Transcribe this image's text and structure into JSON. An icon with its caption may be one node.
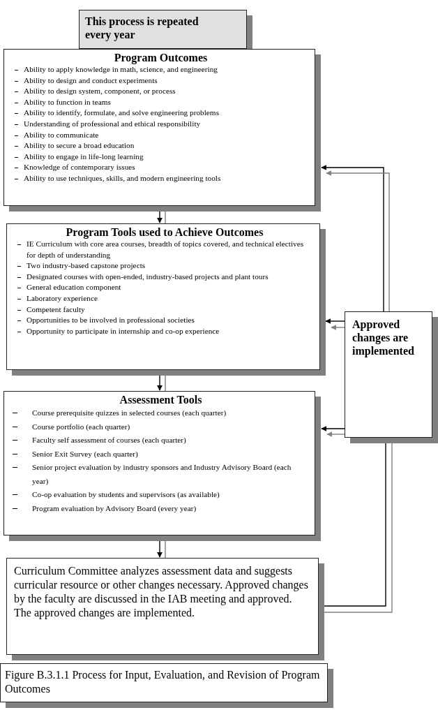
{
  "diagram": {
    "caption": "Figure B.3.1.1 Process for Input, Evaluation, and Revision of Program Outcomes",
    "nodes": [
      {
        "text": [
          "This process is repeated every year"
        ]
      },
      {
        "text": [
          "Program Outcomes",
          "Ability to apply knowledge in math, science, and engineering",
          "Ability to design and conduct experiments",
          "Ability to design system, component, or process",
          "Ability to function in teams",
          "Ability to identify, formulate, and solve engineering problems",
          "Understanding of professional and ethical responsibility",
          "Ability to communicate",
          "Ability to secure a broad education",
          "Ability to engage in life-long learning",
          "Knowledge of contemporary issues",
          "Ability to use techniques, skills, and modern engineering tools"
        ]
      },
      {
        "text": [
          "Program Tools used to Achieve Outcomes",
          "IE Curriculum with core area courses, breadth of topics covered, and technical electives for depth of understanding",
          "Two industry-based capstone projects",
          "Designated courses with open-ended, industry-based projects and plant tours",
          "General education component",
          "Laboratory experience",
          "Competent faculty",
          "Opportunities to be involved in professional societies",
          "Opportunity to participate in internship and co-op experience"
        ]
      },
      {
        "text": [
          "Assessment Tools",
          "Course prerequisite quizzes in selected courses (each quarter)",
          "Course portfolio (each quarter)",
          "Faculty self assessment of courses (each quarter)",
          "Senior Exit Survey (each quarter)",
          "Senior project evaluation by industry sponsors and Industry Advisory Board (each year)",
          "Co-op evaluation by students and supervisors (as available)",
          "Program evaluation by Advisory Board (every year)"
        ]
      },
      {
        "text": [
          "Curriculum Committee analyzes assessment data and suggests curricular resource or other changes necessary. Approved changes by the faculty are discussed in the IAB meeting and approved. The approved changes are implemented."
        ]
      },
      {
        "text": [
          "Approved changes are implemented"
        ]
      }
    ],
    "edges": [
      {
        "from": 1,
        "to": 2,
        "arrow": "to"
      },
      {
        "from": 1,
        "to": 2,
        "arrow": "none",
        "color": "#808080"
      },
      {
        "from": 2,
        "to": 3,
        "arrow": "to"
      },
      {
        "from": 2,
        "to": 3,
        "arrow": "none",
        "color": "#808080"
      },
      {
        "from": 3,
        "to": 4,
        "arrow": "to"
      },
      {
        "from": 3,
        "to": 4,
        "arrow": "none",
        "color": "#808080"
      },
      {
        "from": 4,
        "to": 5,
        "arrow": "to"
      },
      {
        "from": 4,
        "to": 5,
        "arrow": "to",
        "color": "#808080"
      },
      {
        "from": 5,
        "to": 1,
        "arrow": "to"
      },
      {
        "from": 5,
        "to": 1,
        "arrow": "to",
        "color": "#808080"
      },
      {
        "from": 5,
        "to": 2,
        "arrow": "to"
      },
      {
        "from": 5,
        "to": 2,
        "arrow": "to",
        "color": "#808080"
      },
      {
        "from": 5,
        "to": 3,
        "arrow": "to"
      },
      {
        "from": 5,
        "to": 3,
        "arrow": "to",
        "color": "#808080"
      }
    ]
  }
}
